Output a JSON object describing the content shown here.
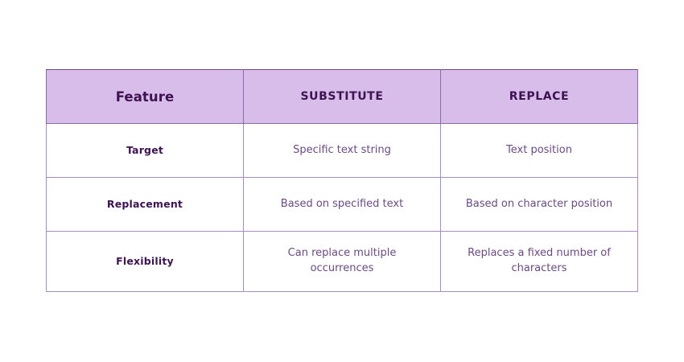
{
  "page": {
    "background_color": "#ffffff"
  },
  "theme": {
    "header_background": "#d8bce9",
    "outer_border_color": "#6f4b86",
    "inner_border_color": "#a98cc0",
    "header_text_color": "#3d1352",
    "body_text_color": "#6b4a83",
    "first_column_text_color": "#3d1352"
  },
  "table": {
    "columns": [
      {
        "key": "feature",
        "label": "Feature"
      },
      {
        "key": "substitute",
        "label": "SUBSTITUTE"
      },
      {
        "key": "replace",
        "label": "REPLACE"
      }
    ],
    "rows": [
      {
        "feature": "Target",
        "substitute": "Specific text string",
        "replace": "Text position"
      },
      {
        "feature": "Replacement",
        "substitute": "Based on specified text",
        "replace": "Based on character position"
      },
      {
        "feature": "Flexibility",
        "substitute": "Can replace multiple occurrences",
        "replace": "Replaces a fixed number of characters"
      }
    ]
  }
}
